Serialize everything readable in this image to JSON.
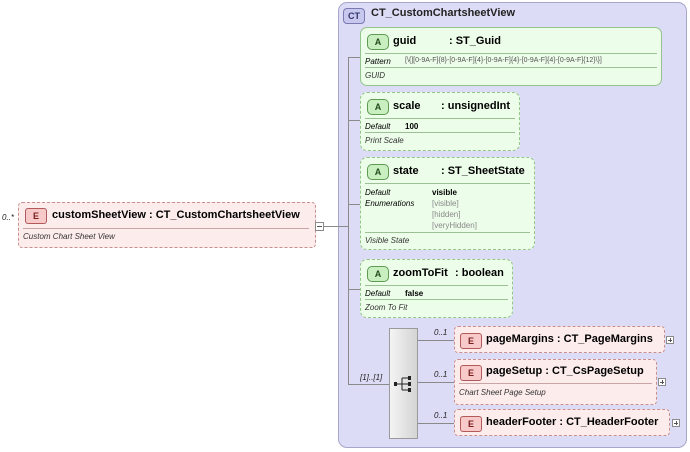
{
  "root_element": {
    "multiplicity": "0..*",
    "badge": "E",
    "name": "customSheetView",
    "type": ": CT_CustomChartsheetView",
    "doc": "Custom Chart Sheet View"
  },
  "complex_type": {
    "badge": "CT",
    "name": "CT_CustomChartsheetView"
  },
  "attributes": [
    {
      "badge": "A",
      "name": "guid",
      "type": ": ST_Guid",
      "pattern_label": "Pattern",
      "pattern": "[\\{][0-9A-F]{8}-[0-9A-F]{4}-[0-9A-F]{4}-[0-9A-F]{4}-[0-9A-F]{12}\\}]",
      "doc": "GUID"
    },
    {
      "badge": "A",
      "name": "scale",
      "type": ": unsignedInt",
      "default_label": "Default",
      "default": "100",
      "doc": "Print Scale"
    },
    {
      "badge": "A",
      "name": "state",
      "type": ": ST_SheetState",
      "default_label": "Default",
      "default": "visible",
      "enum_label": "Enumerations",
      "enumerations": [
        "[visible]",
        "[hidden]",
        "[veryHidden]"
      ],
      "doc": "Visible State"
    },
    {
      "badge": "A",
      "name": "zoomToFit",
      "type": ": boolean",
      "default_label": "Default",
      "default": "false",
      "doc": "Zoom To Fit"
    }
  ],
  "sequence": {
    "multiplicity": "[1]..[1]"
  },
  "children": [
    {
      "multiplicity": "0..1",
      "badge": "E",
      "name": "pageMargins",
      "type": ": CT_PageMargins",
      "doc": ""
    },
    {
      "multiplicity": "0..1",
      "badge": "E",
      "name": "pageSetup",
      "type": ": CT_CsPageSetup",
      "doc": "Chart Sheet Page Setup"
    },
    {
      "multiplicity": "0..1",
      "badge": "E",
      "name": "headerFooter",
      "type": ": CT_HeaderFooter",
      "doc": ""
    }
  ],
  "colors": {
    "element_fill": "#fdecec",
    "attribute_fill": "#ecfde9",
    "complex_type_fill": "#dcdcf6"
  },
  "icons": [
    "minus-icon",
    "plus-icon",
    "sequence-icon"
  ]
}
